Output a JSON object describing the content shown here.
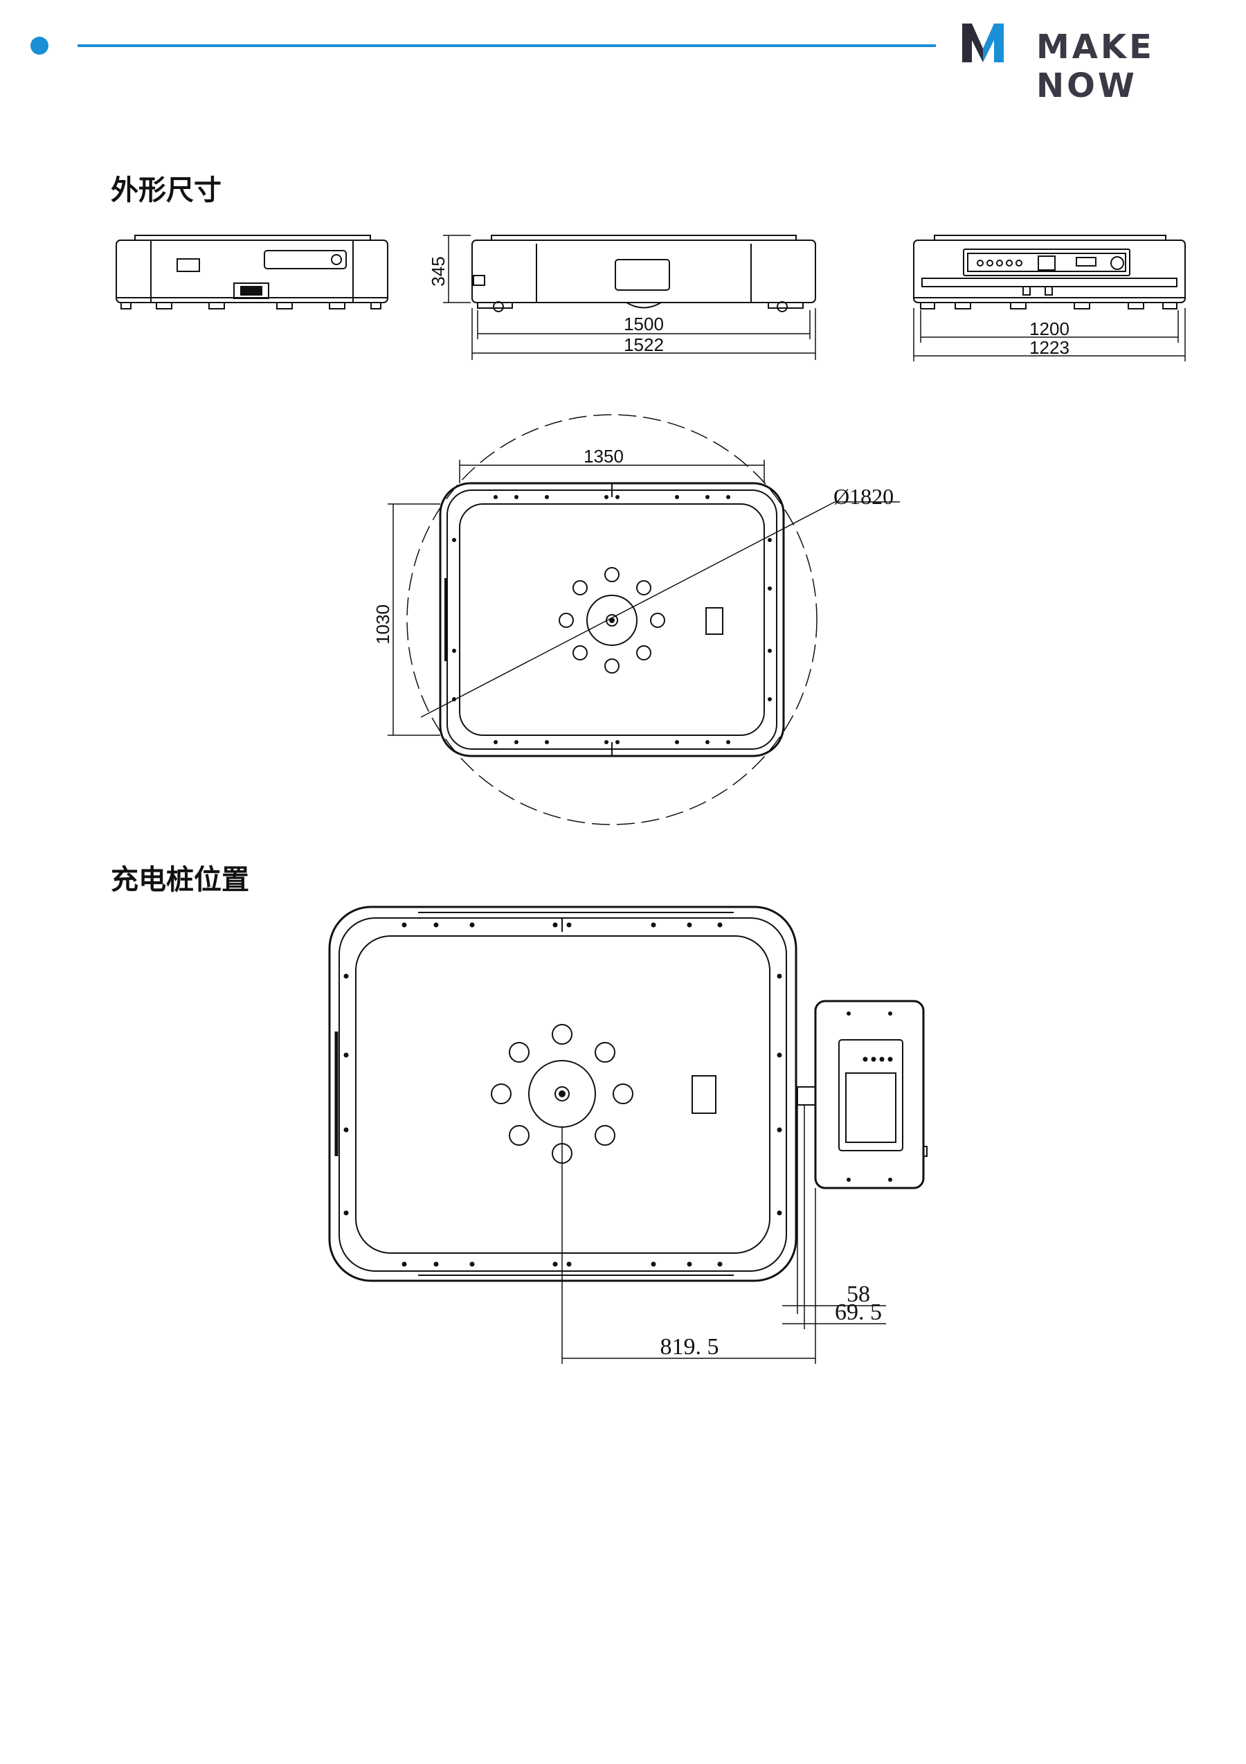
{
  "header": {
    "brand_name": "MAKE NOW",
    "accent_color": "#1a8fd6",
    "logo_colors": [
      "#2d2d3a",
      "#1a8fd6"
    ]
  },
  "sections": [
    {
      "title": "外形尺寸"
    },
    {
      "title": "充电桩位置"
    }
  ],
  "dimensions": {
    "side_height": "345",
    "side_width_inner": "1500",
    "side_width_outer": "1522",
    "front_width_inner": "1200",
    "front_width_outer": "1223",
    "top_width": "1350",
    "top_height": "1030",
    "turning_diameter": "Ø1820",
    "charge_gap_small": "58",
    "charge_gap_large": "69. 5",
    "charge_center_distance": "819. 5"
  }
}
